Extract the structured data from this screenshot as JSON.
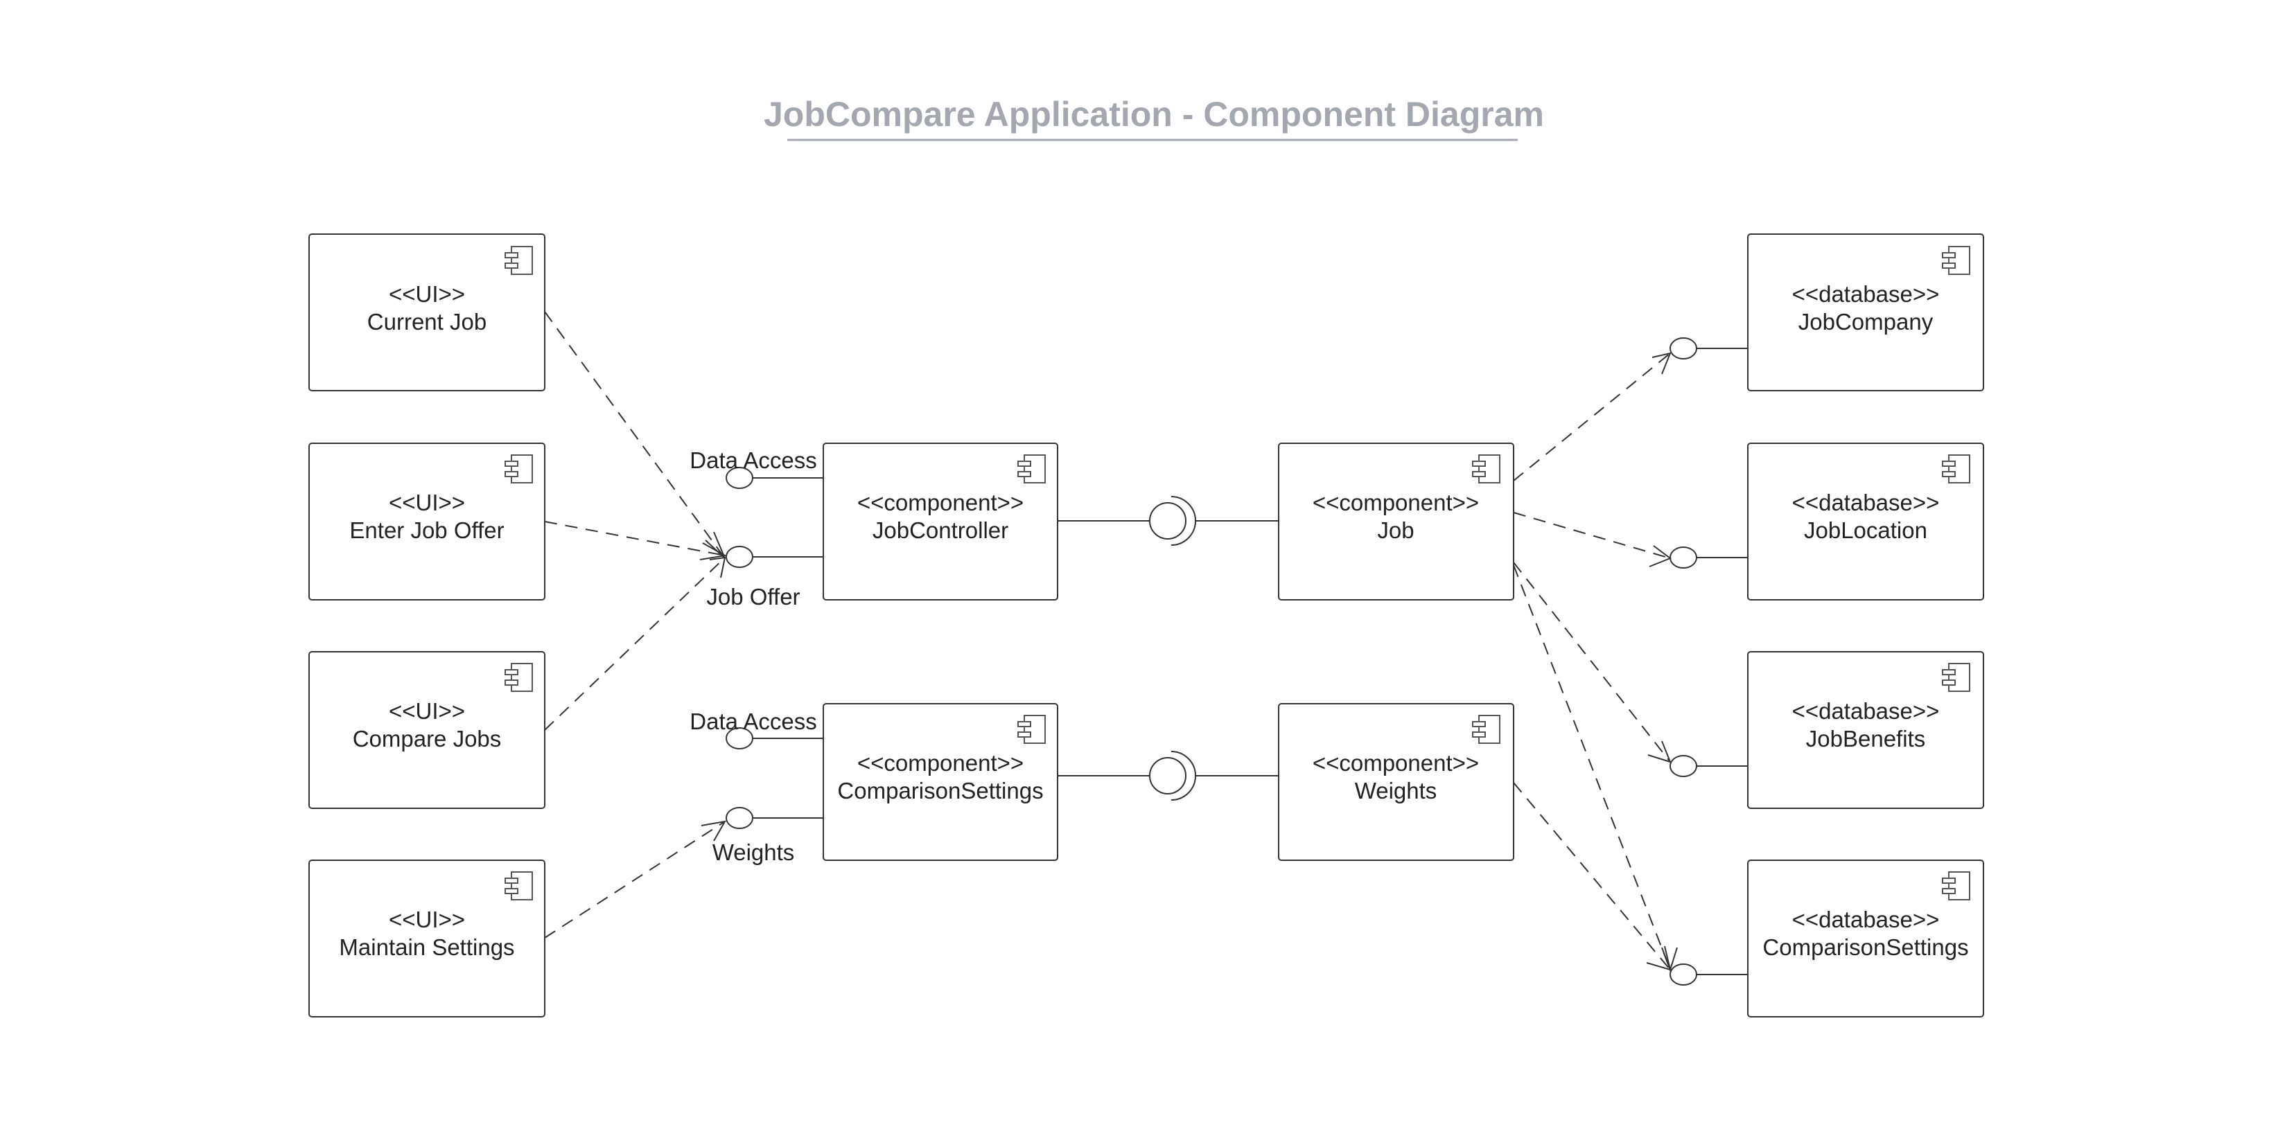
{
  "title": "JobCompare Application - Component Diagram",
  "components": {
    "ui_current_job": {
      "stereotype": "<<UI>>",
      "name": "Current Job"
    },
    "ui_enter_job_offer": {
      "stereotype": "<<UI>>",
      "name": "Enter Job Offer"
    },
    "ui_compare_jobs": {
      "stereotype": "<<UI>>",
      "name": "Compare Jobs"
    },
    "ui_maintain_settings": {
      "stereotype": "<<UI>>",
      "name": "Maintain Settings"
    },
    "job_controller": {
      "stereotype": "<<component>>",
      "name": "JobController"
    },
    "comparison_settings": {
      "stereotype": "<<component>>",
      "name": "ComparisonSettings"
    },
    "job": {
      "stereotype": "<<component>>",
      "name": "Job"
    },
    "weights": {
      "stereotype": "<<component>>",
      "name": "Weights"
    },
    "db_job_company": {
      "stereotype": "<<database>>",
      "name": "JobCompany"
    },
    "db_job_location": {
      "stereotype": "<<database>>",
      "name": "JobLocation"
    },
    "db_job_benefits": {
      "stereotype": "<<database>>",
      "name": "JobBenefits"
    },
    "db_comparison_settings": {
      "stereotype": "<<database>>",
      "name": "ComparisonSettings"
    }
  },
  "interfaces": {
    "jc_data_access": "Data Access",
    "jc_job_offer": "Job Offer",
    "cs_data_access": "Data Access",
    "cs_weights": "Weights"
  }
}
